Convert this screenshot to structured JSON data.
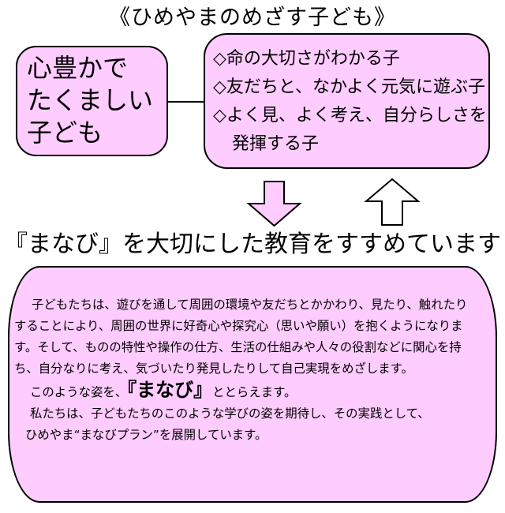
{
  "title": "《ひめやまのめざす子ども》",
  "left_box": {
    "lines": [
      "心豊かで",
      "たくましい",
      "子ども"
    ]
  },
  "right_box": {
    "lines": [
      "◇命の大切さがわかる子",
      "◇友だちと、なかよく元気に遊ぶ子",
      "◇よく見、よく考え、自分らしさを",
      "発揮する子"
    ]
  },
  "slogan": "『まなび』を大切にした教育をすすめています",
  "bottom_box": {
    "lines": [
      "子どもたちは、遊びを通して周囲の環境や友だちとかかわり、見たり、触れたり",
      "することにより、周囲の世界に好奇心や探究心（思いや願い）を抱くようになりま",
      "す。そして、ものの特性や操作の仕方、生活の仕組みや人々の役割などに関心を持",
      "ち、自分なりに考え、気づいたり発見したりして自己実現をめざします。"
    ],
    "emphasis_pre": "このような姿を、",
    "emphasis_word": "『まなび』",
    "emphasis_post": "ととらえます。",
    "closing_lines": [
      "私たちは、子どもたちのこのような学びの姿を期待し、その実践として、",
      "ひめやま“まなびプラン”を展開しています。"
    ]
  },
  "colors": {
    "box_fill": "#ffccff",
    "border": "#000000",
    "background": "#ffffff"
  },
  "icons": [
    "down-arrow-icon",
    "up-arrow-icon"
  ]
}
